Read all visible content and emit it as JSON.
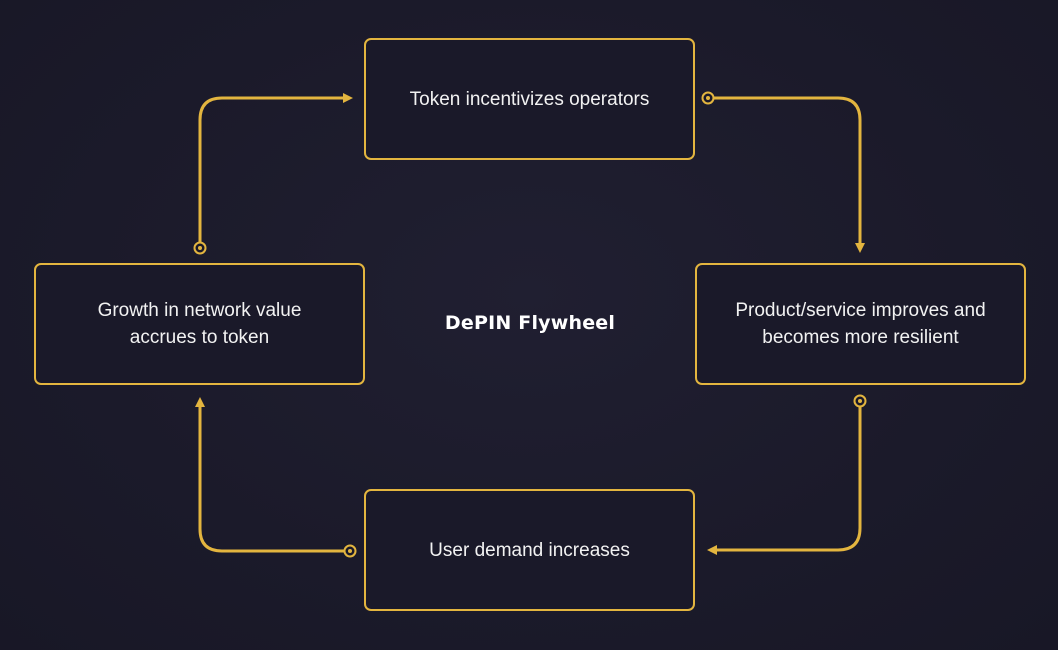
{
  "diagram": {
    "title": "DePIN Flywheel",
    "accent_color": "#e3b53f",
    "background_color": "#1b1a2a",
    "nodes": [
      {
        "id": "top",
        "label": "Token incentivizes operators"
      },
      {
        "id": "right",
        "label": "Product/service improves and\nbecomes more resilient"
      },
      {
        "id": "bottom",
        "label": "User demand increases"
      },
      {
        "id": "left",
        "label": "Growth in network value\naccrues to token"
      }
    ],
    "edges": [
      {
        "from": "top",
        "to": "right"
      },
      {
        "from": "right",
        "to": "bottom"
      },
      {
        "from": "bottom",
        "to": "left"
      },
      {
        "from": "left",
        "to": "top"
      }
    ]
  }
}
